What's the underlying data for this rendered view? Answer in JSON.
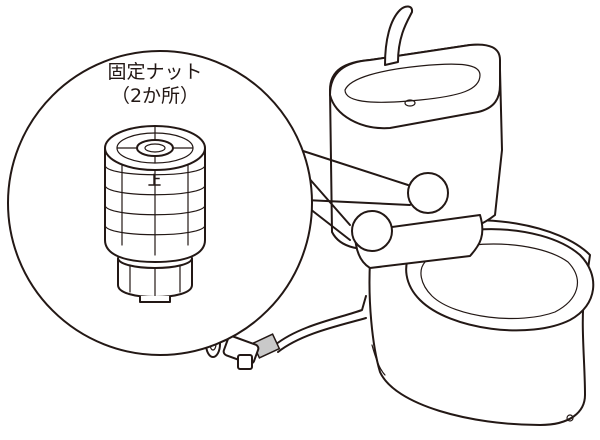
{
  "callout": {
    "title": "固定ナット",
    "subtitle": "（2か所）",
    "nut_mark": "上"
  }
}
